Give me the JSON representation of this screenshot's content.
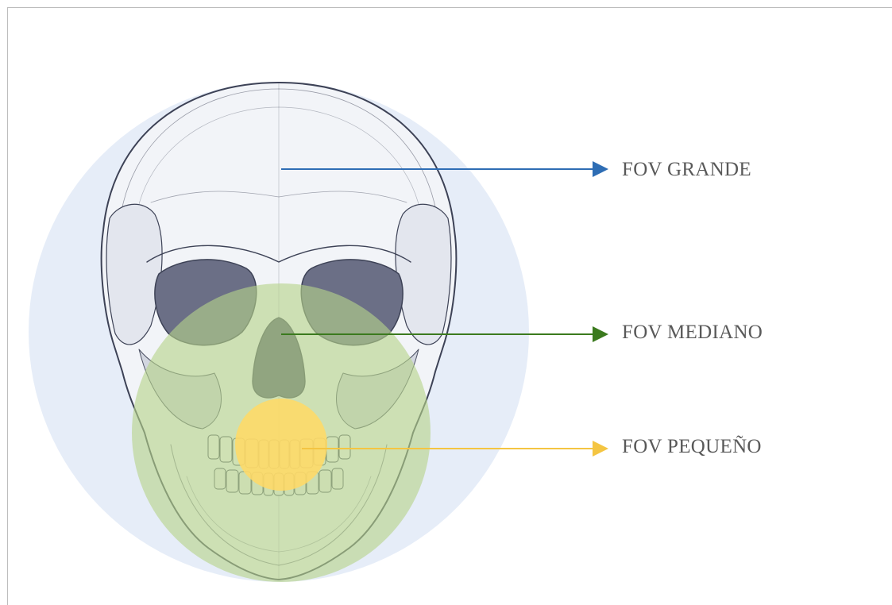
{
  "labels": {
    "grande": "FOV GRANDE",
    "mediano": "FOV MEDIANO",
    "pequeno": "FOV PEQUEÑO"
  },
  "colors": {
    "fov_grande_fill": "#e6edf8",
    "fov_mediano_fill": "#b7d48b",
    "fov_pequeno_fill": "#ffd966",
    "arrow_grande": "#2e6db4",
    "arrow_mediano": "#3b7a1e",
    "arrow_pequeno": "#f4c542",
    "text": "#595959"
  }
}
